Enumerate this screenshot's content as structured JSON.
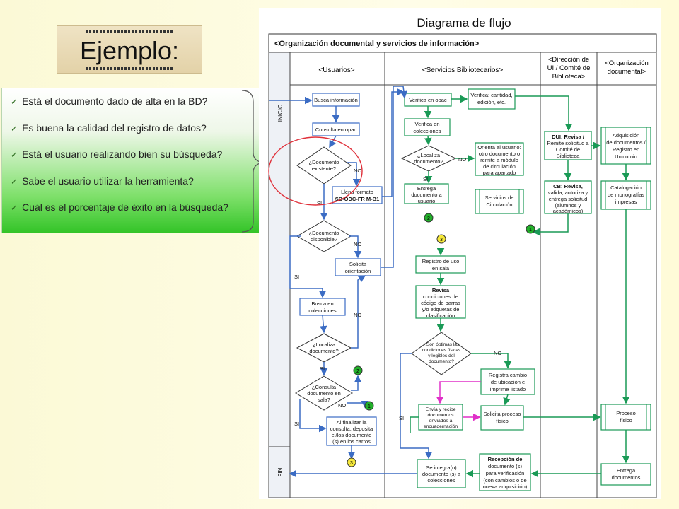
{
  "slide": {
    "title": "Ejemplo:",
    "checklist": [
      "Está el documento dado de alta en la BD?",
      "Es buena la calidad del registro de datos?",
      "Está el usuario realizando bien su búsqueda?",
      "Sabe el usuario utilizar la herramienta?",
      "Cuál es el porcentaje de éxito en la búsqueda?"
    ]
  },
  "diagram": {
    "title": "Diagrama de flujo",
    "subtitle": "<Organización documental y servicios de información>",
    "lanes": {
      "usuarios": "<Usuarios>",
      "servicios": "<Servicios Bibliotecarios>",
      "direccion_1": "<Dirección de",
      "direccion_2": "UI / Comité de",
      "direccion_3": "Biblioteca>",
      "organizacion_1": "<Organización",
      "organizacion_2": "documental>"
    },
    "side_labels": {
      "inicio": "INICIO",
      "fin": "FIN"
    },
    "nodes": {
      "busca_info": "Busca información",
      "consulta_opac": "Consulta en opac",
      "doc_existente_1": "¿Documento",
      "doc_existente_2": "existente?",
      "llena_formato_1": "Llena formato",
      "llena_formato_2": "SB-ODC-FR M-B1",
      "doc_disponible_1": "¿Documento",
      "doc_disponible_2": "disponible?",
      "solicita_orient_1": "Solicita",
      "solicita_orient_2": "orientación",
      "busca_col_1": "Busca en",
      "busca_col_2": "colecciones",
      "localiza_doc_1": "¿Localiza",
      "localiza_doc_2": "documento?",
      "consulta_sala_1": "¿Consulta",
      "consulta_sala_2": "documento en",
      "consulta_sala_3": "sala?",
      "al_finalizar_1": "Al finalizar la",
      "al_finalizar_2": "consulta, deposita",
      "al_finalizar_3": "el/los documento",
      "al_finalizar_4": "(s) en los carros",
      "verifica_opac": "Verifica en opac",
      "verifica_cant_1": "Verifica: cantidad,",
      "verifica_cant_2": "edición, etc.",
      "verifica_col_1": "Verifica en",
      "verifica_col_2": "colecciones",
      "localiza2_1": "¿Localiza",
      "localiza2_2": "documento?",
      "orienta_1": "Orienta al usuario:",
      "orienta_2": "otro documento o",
      "orienta_3": "remite a módulo",
      "orienta_4": "de circulación",
      "orienta_5": "para apartado",
      "entrega_doc_1": "Entrega",
      "entrega_doc_2": "documento a",
      "entrega_doc_3": "usuario",
      "serv_circ_1": "Servicios de",
      "serv_circ_2": "Circulación",
      "registro_uso_1": "Registro de uso",
      "registro_uso_2": "en sala",
      "revisa_1": "Revisa",
      "revisa_2": "condiciones de",
      "revisa_3": "código de barras",
      "revisa_4": "y/o etiquetas de",
      "revisa_5": "clasificación",
      "optimas_1": "¿Son óptimas las",
      "optimas_2": "condiciones físicas",
      "optimas_3": "y legibles del",
      "optimas_4": "documento?",
      "registra_cambio_1": "Registra cambio",
      "registra_cambio_2": "de ubicación e",
      "registra_cambio_3": "imprime listado",
      "envia_1": "Envía y recibe",
      "envia_2": "documentos",
      "envia_3": "enviados a",
      "envia_4": "encuadernación",
      "solicita_proc_1": "Solicita proceso",
      "solicita_proc_2": "físico",
      "integra_1": "Se integra(n)",
      "integra_2": "documento (s) a",
      "integra_3": "colecciones",
      "recepcion_1": "Recepción de",
      "recepcion_2": "documento (s)",
      "recepcion_3": "para verificación",
      "recepcion_4": "(con cambios o de",
      "recepcion_5": "nueva adquisición)",
      "dui_1": "DUI: Revisa /",
      "dui_2": "Remite solicitud a",
      "dui_3": "Comité de",
      "dui_4": "Biblioteca",
      "cb_1": "CB: Revisa,",
      "cb_2": "valida, autoriza y",
      "cb_3": "entrega solicitud",
      "cb_4": "(alumnos y",
      "cb_5": "académicos)",
      "adquisicion_1": "Adquisición",
      "adquisicion_2": "de documentos /",
      "adquisicion_3": "Registro en",
      "adquisicion_4": "Unicornio",
      "catalogacion_1": "Catalogación",
      "catalogacion_2": "de monografías",
      "catalogacion_3": "impresas",
      "proceso_fisico_1": "Proceso",
      "proceso_fisico_2": "físico",
      "entrega_docs_1": "Entrega",
      "entrega_docs_2": "documentos"
    },
    "edge_labels": {
      "si": "SI",
      "no": "NO"
    },
    "connectors": {
      "c1": "1",
      "c2": "2",
      "c3": "3"
    }
  },
  "colors": {
    "flow_blue": "#3b6cc4",
    "flow_green": "#1a9a56",
    "flow_magenta": "#e030c8",
    "highlight_red": "#e0303a",
    "connector_green": "#22b02a",
    "connector_yellow": "#f5e83a"
  }
}
